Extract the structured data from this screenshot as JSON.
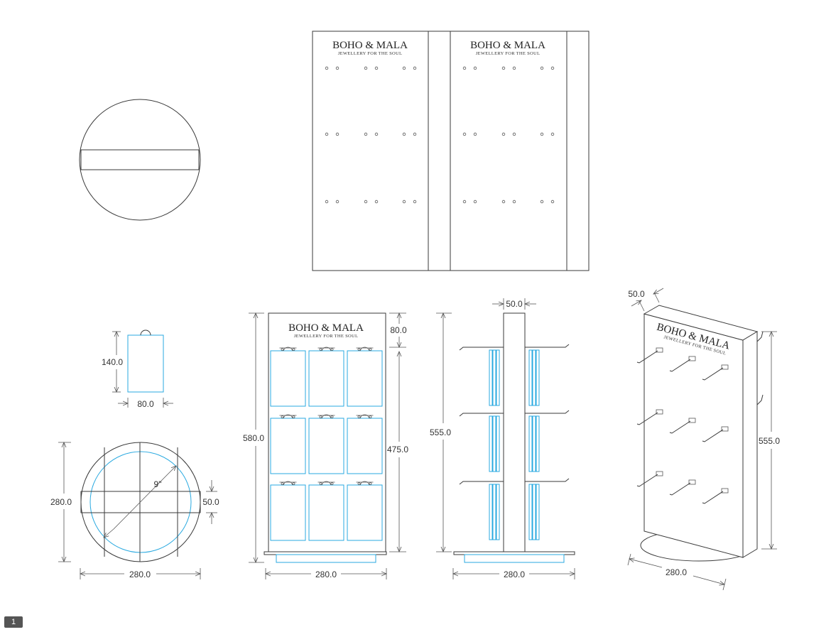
{
  "brand": {
    "name": "BOHO & MALA",
    "tagline": "JEWELLERY FOR THE SOUL"
  },
  "dimensions": {
    "card_height": "140.0",
    "card_width": "80.0",
    "base_diameter_v": "280.0",
    "base_diameter_h": "280.0",
    "base_slot": "50.0",
    "base_inner": "9\"",
    "front_total_height": "580.0",
    "front_header": "80.0",
    "front_panel": "475.0",
    "front_width": "280.0",
    "side_thickness": "50.0",
    "side_height": "555.0",
    "side_width": "280.0",
    "iso_thickness": "50.0",
    "iso_height": "555.0",
    "iso_width": "280.0"
  },
  "page": {
    "number": "1"
  }
}
